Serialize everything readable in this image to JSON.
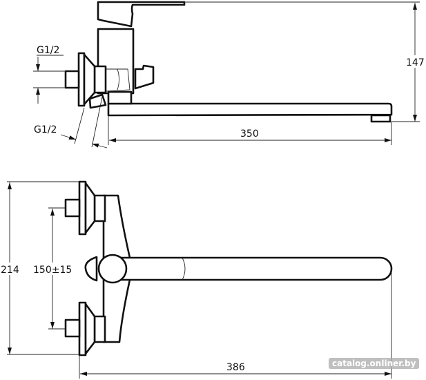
{
  "side_view": {
    "inlet_thread_upper": "G1/2",
    "inlet_thread_lower": "G1/2",
    "spout_reach": "350",
    "height": "147"
  },
  "top_view": {
    "total_height": "214",
    "inlet_spacing": "150±15",
    "total_length": "386"
  },
  "watermark": "catalog.onliner.by"
}
